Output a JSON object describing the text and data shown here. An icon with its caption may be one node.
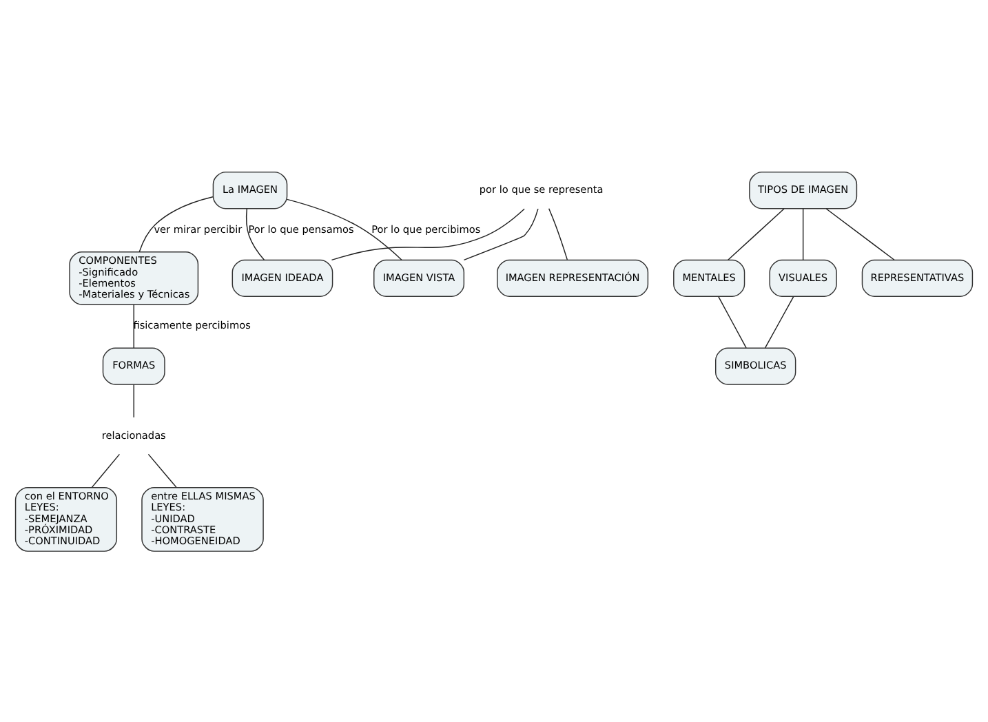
{
  "diagram": {
    "nodes": [
      {
        "text": [
          "La IMAGEN"
        ]
      },
      {
        "text": [
          "COMPONENTES",
          "-Significado",
          "-Elementos",
          "-Materiales y Técnicas"
        ]
      },
      {
        "text": [
          "IMAGEN IDEADA"
        ]
      },
      {
        "text": [
          "por lo que se representa"
        ]
      },
      {
        "text": [
          "IMAGEN REPRESENTACIÓN"
        ]
      },
      {
        "text": [
          "IMAGEN VISTA"
        ]
      },
      {
        "text": [
          "FORMAS"
        ]
      },
      {
        "text": [
          "relacionadas"
        ]
      },
      {
        "text": [
          "con el ENTORNO",
          "LEYES:",
          "-SEMEJANZA",
          "-PRÓXIMIDAD",
          "-CONTINUIDAD"
        ]
      },
      {
        "text": [
          "entre ELLAS MISMAS",
          "LEYES:",
          "-UNIDAD",
          "-CONTRASTE",
          "-HOMOGENEIDAD"
        ]
      },
      {
        "text": [
          "TIPOS DE IMAGEN"
        ]
      },
      {
        "text": [
          "MENTALES"
        ]
      },
      {
        "text": [
          "VISUALES"
        ]
      },
      {
        "text": [
          "REPRESENTATIVAS"
        ]
      },
      {
        "text": [
          "SIMBOLICAS"
        ]
      }
    ],
    "edges": [
      {
        "from": 0,
        "to": 1,
        "arrow": "none",
        "label": "ver mirar percibir"
      },
      {
        "from": 0,
        "to": 2,
        "arrow": "none",
        "label": "Por lo que pensamos"
      },
      {
        "from": 0,
        "to": 5,
        "arrow": "none",
        "label": "Por lo que percibimos"
      },
      {
        "from": 3,
        "to": 2,
        "arrow": "none"
      },
      {
        "from": 3,
        "to": 4,
        "arrow": "none"
      },
      {
        "from": 3,
        "to": 5,
        "arrow": "none"
      },
      {
        "from": 1,
        "to": 6,
        "arrow": "none",
        "label": "fisicamente percibimos"
      },
      {
        "from": 6,
        "to": 7,
        "arrow": "none"
      },
      {
        "from": 7,
        "to": 8,
        "arrow": "none"
      },
      {
        "from": 7,
        "to": 9,
        "arrow": "none"
      },
      {
        "from": 10,
        "to": 11,
        "arrow": "none"
      },
      {
        "from": 10,
        "to": 13,
        "arrow": "none"
      },
      {
        "from": 10,
        "to": 12,
        "arrow": "none"
      },
      {
        "from": 11,
        "to": 14,
        "arrow": "none"
      },
      {
        "from": 12,
        "to": 14,
        "arrow": "none"
      }
    ]
  }
}
